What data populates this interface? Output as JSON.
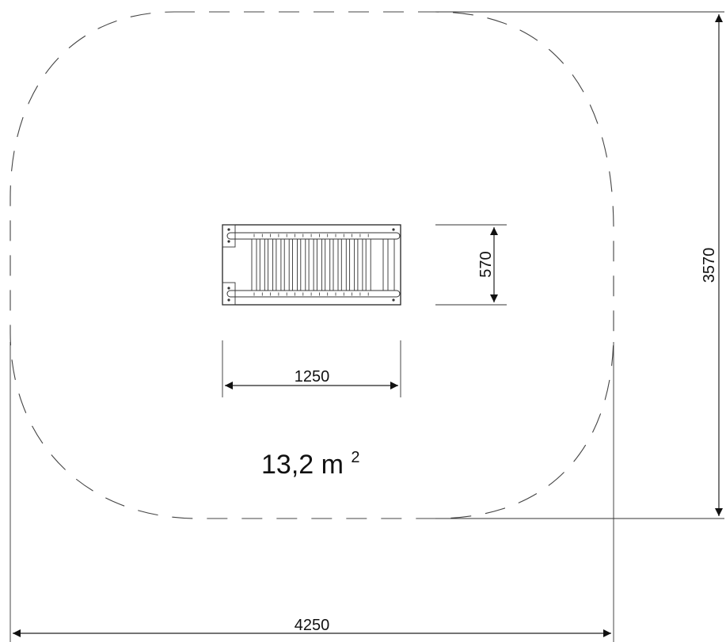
{
  "drawing": {
    "dimensions": {
      "total_width": "4250",
      "total_height": "3570",
      "item_width": "1250",
      "item_depth": "570"
    },
    "area": {
      "value": "13,2 m",
      "superscript": "2"
    }
  }
}
